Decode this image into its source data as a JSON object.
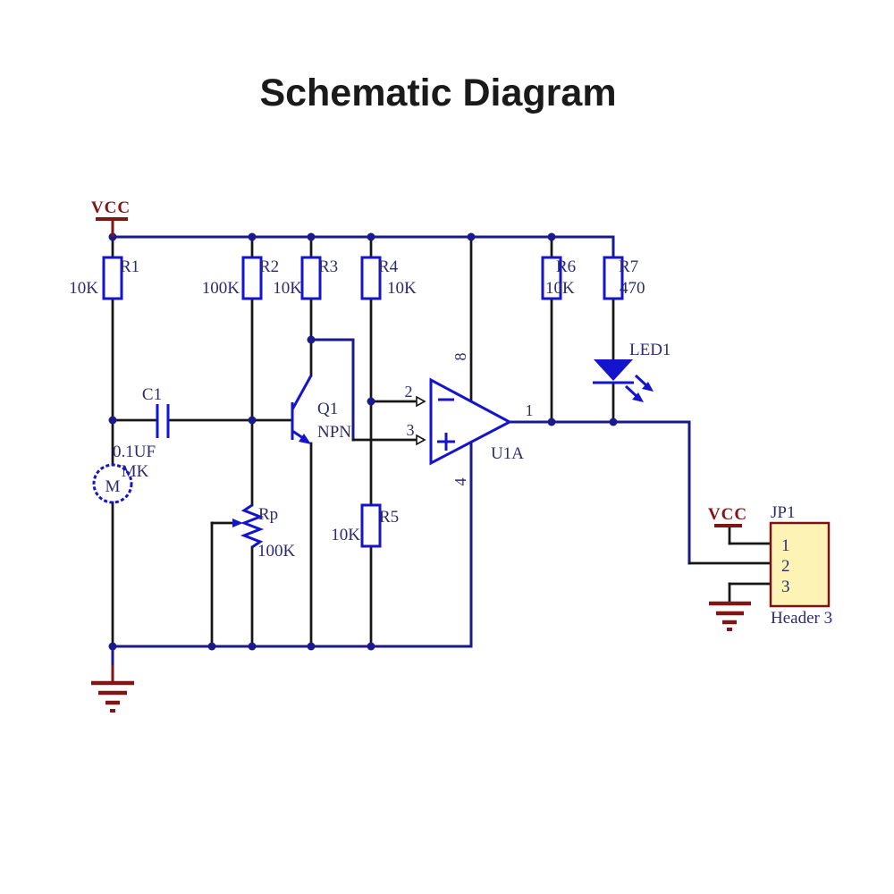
{
  "title": "Schematic Diagram",
  "power": {
    "vcc_left": "VCC",
    "vcc_right": "VCC"
  },
  "components": {
    "R1": {
      "ref": "R1",
      "value": "10K"
    },
    "R2": {
      "ref": "R2",
      "value": "100K"
    },
    "R3": {
      "ref": "R3",
      "value": "10K"
    },
    "R4": {
      "ref": "R4",
      "value": "10K"
    },
    "R5": {
      "ref": "R5",
      "value": "10K"
    },
    "R6": {
      "ref": "R6",
      "value": "10K"
    },
    "R7": {
      "ref": "R7",
      "value": "470"
    },
    "RP": {
      "ref": "Rp",
      "value": "100K"
    },
    "C1": {
      "ref": "C1",
      "value": "0.1UF",
      "part": "MK"
    },
    "MIC": {
      "label": "M"
    },
    "Q1": {
      "ref": "Q1",
      "part": "NPN"
    },
    "U1": {
      "ref": "U1A",
      "pin_out": "1",
      "pin_inv": "2",
      "pin_noninv": "3",
      "pin_vcc": "8",
      "pin_gnd": "4"
    },
    "LED1": {
      "ref": "LED1"
    },
    "JP1": {
      "ref": "JP1",
      "part": "Header 3",
      "pin1": "1",
      "pin2": "2",
      "pin3": "3"
    }
  }
}
